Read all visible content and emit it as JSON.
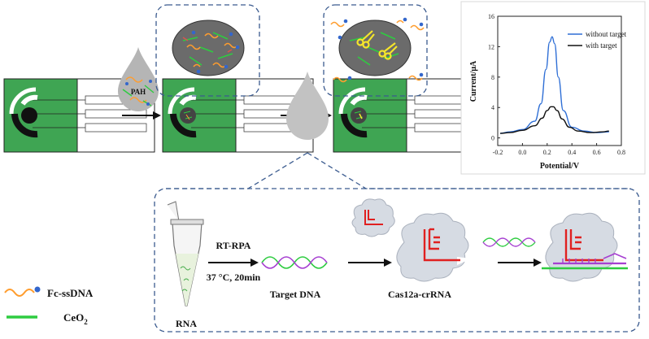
{
  "pah_label": "PAH",
  "legend": {
    "fc_ssdna": "Fc-ssDNA",
    "ceo2_base": "CeO",
    "ceo2_sub": "2"
  },
  "process": {
    "rt_rpa": "RT-RPA",
    "conditions": "37 °C, 20min",
    "target_dna": "Target DNA",
    "cas12a": "Cas12a-crRNA",
    "rna": "RNA"
  },
  "chart_data": {
    "type": "line",
    "xlabel": "Potential/V",
    "ylabel": "Current/μA",
    "xlim": [
      -0.2,
      0.8
    ],
    "ylim": [
      -1,
      16
    ],
    "xticks": [
      "-0.2",
      "0.0",
      "0.2",
      "0.4",
      "0.6",
      "0.8"
    ],
    "yticks": [
      "0",
      "4",
      "8",
      "12",
      "16"
    ],
    "legend_position": "top-right",
    "series": [
      {
        "name": "without target",
        "color": "#2f6fd6",
        "x": [
          -0.18,
          -0.1,
          0.0,
          0.1,
          0.15,
          0.19,
          0.22,
          0.24,
          0.26,
          0.29,
          0.33,
          0.4,
          0.5,
          0.6,
          0.7
        ],
        "y": [
          0.6,
          0.8,
          1.1,
          2.2,
          4.5,
          9.0,
          12.6,
          13.3,
          12.4,
          8.0,
          3.6,
          1.4,
          0.9,
          0.7,
          0.8
        ]
      },
      {
        "name": "with target",
        "color": "#111111",
        "x": [
          -0.18,
          -0.1,
          0.0,
          0.1,
          0.16,
          0.2,
          0.23,
          0.25,
          0.28,
          0.32,
          0.38,
          0.45,
          0.55,
          0.65,
          0.7
        ],
        "y": [
          0.6,
          0.7,
          1.0,
          1.6,
          2.6,
          3.6,
          4.1,
          4.1,
          3.6,
          2.5,
          1.4,
          0.9,
          0.7,
          0.8,
          0.9
        ]
      }
    ]
  }
}
